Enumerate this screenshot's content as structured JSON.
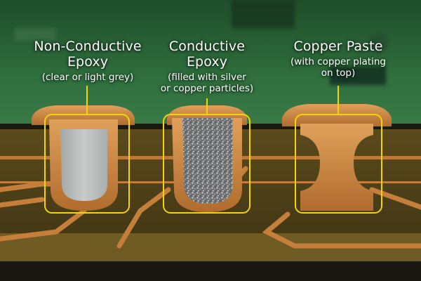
{
  "callouts": [
    {
      "title": [
        "Non-Conductive",
        "Epoxy"
      ],
      "subtitle": [
        "(clear or light grey)"
      ]
    },
    {
      "title": [
        "Conductive",
        "Epoxy"
      ],
      "subtitle": [
        "(filled with silver",
        "or copper particles)"
      ]
    },
    {
      "title": [
        "Copper Paste"
      ],
      "subtitle": [
        "(with copper plating",
        "on top)"
      ]
    }
  ],
  "colors": {
    "board_green": "#2d6b3b",
    "copper": "#c8823f",
    "substrate": "#6b5a23",
    "highlight": "#f2d40e",
    "epoxy_grey": "#b9bcbc"
  }
}
